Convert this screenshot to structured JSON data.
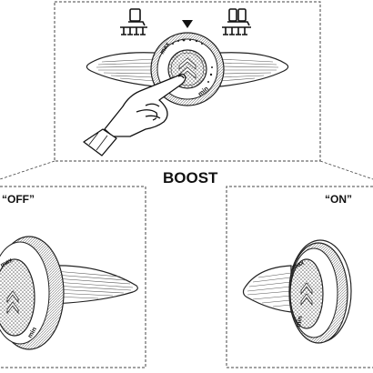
{
  "title": "BOOST",
  "states": [
    {
      "label": "“OFF”"
    },
    {
      "label": "“ON”"
    }
  ],
  "knob": {
    "max_label": "max",
    "min_label": "min"
  },
  "icons": {
    "left_seat": "single-seat-heat-icon",
    "right_seat": "double-seat-heat-icon",
    "hand": "pointing-hand-icon",
    "arrow": "down-triangle-indicator-icon"
  }
}
